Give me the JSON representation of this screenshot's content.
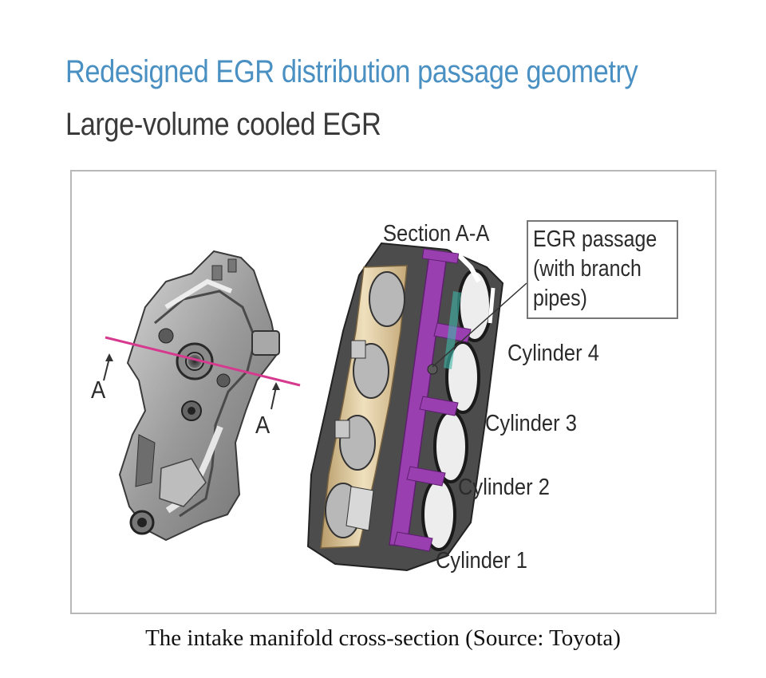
{
  "header": {
    "title": "Redesigned EGR distribution passage geometry",
    "subtitle": "Large-volume cooled EGR"
  },
  "diagram": {
    "section_label": "Section A-A",
    "section_marker": "A",
    "egr_box_lines": [
      "EGR passage",
      "(with branch",
      "pipes)"
    ],
    "cylinders": [
      "Cylinder 4",
      "Cylinder 3",
      "Cylinder 2",
      "Cylinder 1"
    ]
  },
  "caption": "The intake manifold cross-section (Source: Toyota)",
  "colors": {
    "title": "#4a90c2",
    "section_line": "#d63a8f",
    "egr_passage": "#9a3fb0",
    "manifold_gray": "#8e8e8e",
    "runner_tan": "#e2cfa3"
  }
}
